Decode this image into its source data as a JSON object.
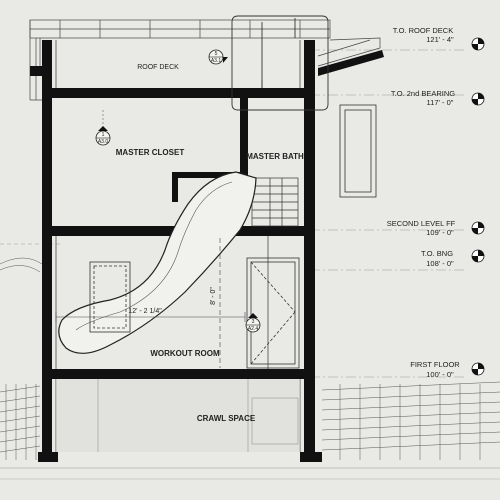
{
  "rooms": {
    "roof_deck": "ROOF DECK",
    "master_closet": "MASTER CLOSET",
    "master_bath": "MASTER BATH",
    "workout_room": "WORKOUT ROOM",
    "crawl_space": "CRAWL SPACE"
  },
  "dimensions": {
    "width": "12' - 2 1/4\"",
    "height": "8' - 0\""
  },
  "levels": [
    {
      "name": "T.O. ROOF DECK",
      "elev": "121' - 4\""
    },
    {
      "name": "T.O. 2nd BEARING",
      "elev": "117' - 0\""
    },
    {
      "name": "SECOND LEVEL FF",
      "elev": "109' - 0\""
    },
    {
      "name": "T.O. BNG",
      "elev": "108' - 0\""
    },
    {
      "name": "FIRST FLOOR",
      "elev": "100' - 0\""
    }
  ],
  "section_tags": [
    {
      "num": "5",
      "sheet": "A3.1"
    },
    {
      "num": "1",
      "sheet": "A3.0"
    },
    {
      "num": "3",
      "sheet": "A2.4"
    }
  ],
  "colors": {
    "paper": "#e9e9e6",
    "wall": "#111111",
    "line": "#333333"
  }
}
